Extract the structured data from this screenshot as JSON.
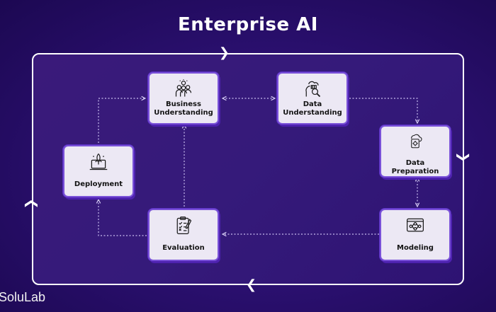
{
  "title": "Enterprise AI",
  "brand": "SoluLab",
  "nodes": {
    "business": {
      "label": "Business Understanding",
      "icon": "team-idea-icon"
    },
    "data": {
      "label": "Data Understanding",
      "icon": "data-search-icon"
    },
    "preparation": {
      "label": "Data Preparation",
      "icon": "cloud-gear-icon"
    },
    "modeling": {
      "label": "Modeling",
      "icon": "model-network-icon"
    },
    "evaluation": {
      "label": "Evaluation",
      "icon": "checklist-icon"
    },
    "deployment": {
      "label": "Deployment",
      "icon": "rocket-laptop-icon"
    }
  },
  "colors": {
    "background": "#2b1070",
    "frame": "#ffffff",
    "node_fill": "#ece8f4",
    "node_border": "#7a52d8",
    "connector": "#c9bdf0"
  }
}
